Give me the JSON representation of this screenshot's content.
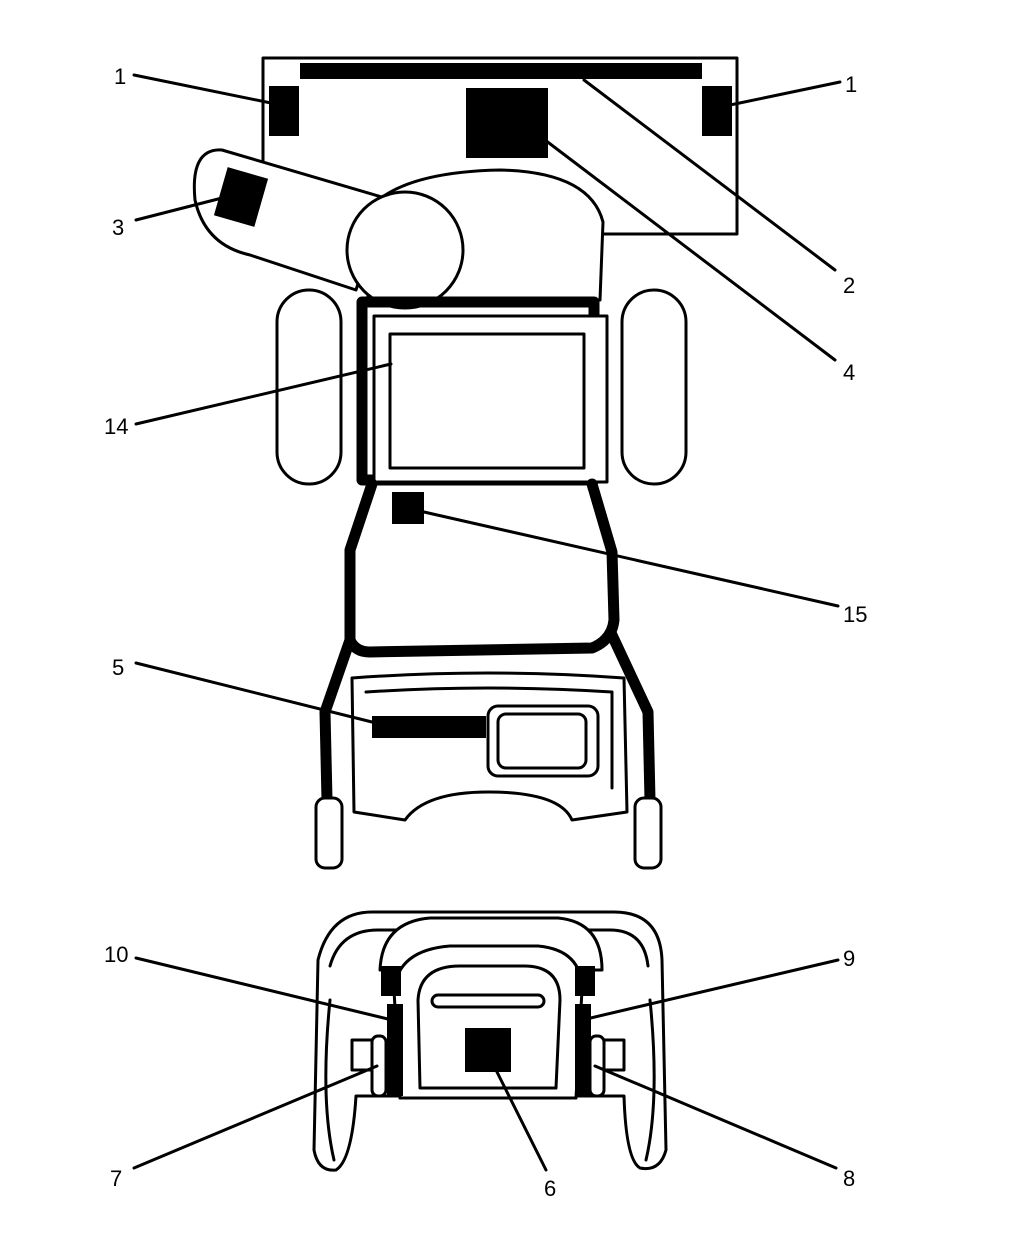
{
  "callouts": {
    "c1_left": "1",
    "c1_right": "1",
    "c2": "2",
    "c3": "3",
    "c4": "4",
    "c5": "5",
    "c6": "6",
    "c7": "7",
    "c8": "8",
    "c9": "9",
    "c10": "10",
    "c14": "14",
    "c15": "15"
  }
}
